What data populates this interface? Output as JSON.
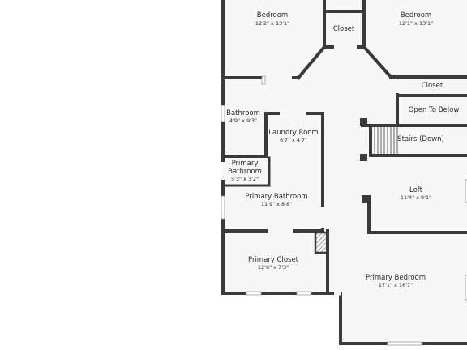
{
  "floorplan": {
    "rooms": [
      {
        "id": "bedroom-left",
        "name": "Bedroom",
        "dims": "12'2\" x 13'1\""
      },
      {
        "id": "closet-top",
        "name": "Closet",
        "dims": ""
      },
      {
        "id": "bedroom-right",
        "name": "Bedroom",
        "dims": "12'1\" x 13'1\""
      },
      {
        "id": "closet-right",
        "name": "Closet",
        "dims": ""
      },
      {
        "id": "open-to-below",
        "name": "Open To Below",
        "dims": ""
      },
      {
        "id": "bathroom",
        "name": "Bathroom",
        "dims": "4'9\" x 9'3\""
      },
      {
        "id": "laundry-room",
        "name": "Laundry Room",
        "dims": "6'7\" x 4'7\""
      },
      {
        "id": "stairs",
        "name": "Stairs (Down)",
        "dims": ""
      },
      {
        "id": "primary-bathroom-small",
        "name": "Primary\nBathroom",
        "dims": "5'3\" x 3'2\""
      },
      {
        "id": "primary-bathroom",
        "name": "Primary Bathroom",
        "dims": "11'9\" x 8'8\""
      },
      {
        "id": "loft",
        "name": "Loft",
        "dims": "11'4\" x 9'1\""
      },
      {
        "id": "primary-closet",
        "name": "Primary Closet",
        "dims": "12'6\" x 7'3\""
      },
      {
        "id": "primary-bedroom",
        "name": "Primary Bedroom",
        "dims": "17'1\" x 16'7\""
      }
    ]
  }
}
